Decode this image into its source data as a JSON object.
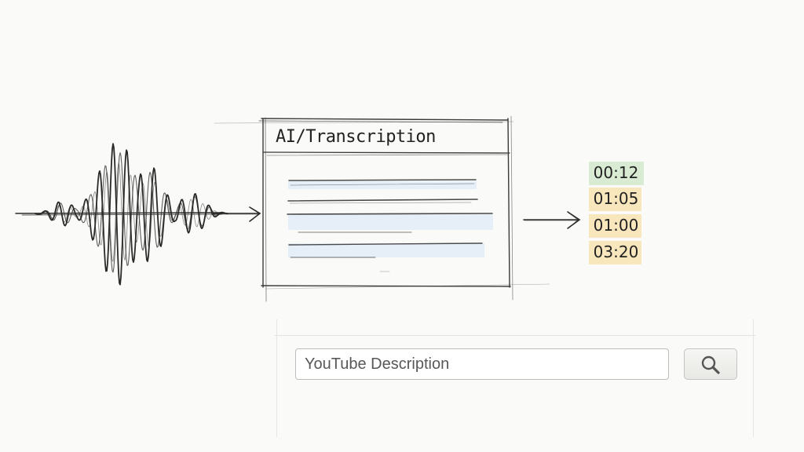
{
  "transcription_box": {
    "title": "AI/Transcription"
  },
  "timestamps": [
    {
      "label": "00:12",
      "color": "#d9ecd3"
    },
    {
      "label": "01:05",
      "color": "#f8e6bd"
    },
    {
      "label": "01:00",
      "color": "#f8e6bd"
    },
    {
      "label": "03:20",
      "color": "#f8e6bd"
    }
  ],
  "search": {
    "placeholder": "YouTube Description"
  },
  "icons": {
    "waveform": "audio-waveform-icon",
    "arrow": "arrow-right-icon",
    "search": "magnifier-icon"
  },
  "colors": {
    "ink": "#2a2a2a",
    "highlight_blue": "#e6eef7",
    "highlight_green": "#d9ecd3",
    "highlight_yellow": "#f8e6bd"
  }
}
